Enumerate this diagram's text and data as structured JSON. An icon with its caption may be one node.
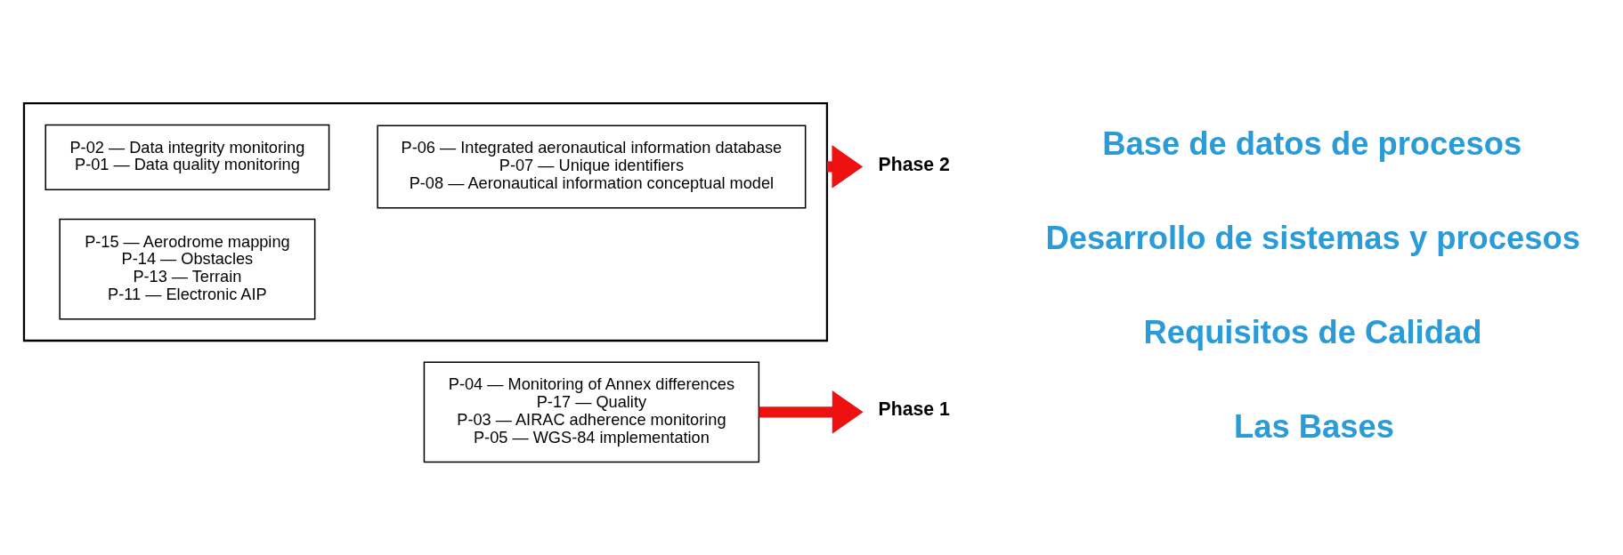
{
  "diagram": {
    "nodes": [
      {
        "text": [],
        "shape": "box"
      },
      {
        "text": [
          "P-02 — Data integrity monitoring",
          "P-01 — Data quality monitoring"
        ],
        "in": 0
      },
      {
        "text": [
          "P-15 — Aerodrome mapping",
          "P-14 — Obstacles",
          "P-13 — Terrain",
          "P-11 — Electronic AIP"
        ],
        "in": 0
      },
      {
        "text": [
          "P-06 — Integrated aeronautical information database",
          "P-07 — Unique identifiers",
          "P-08 — Aeronautical information conceptual model"
        ],
        "in": 0
      },
      {
        "text": [
          "Phase 2"
        ]
      },
      {
        "text": [
          "P-04 — Monitoring of Annex differences",
          "P-17 — Quality",
          "P-03 — AIRAC adherence monitoring",
          "P-05 — WGS-84 implementation"
        ]
      },
      {
        "text": [
          "Phase 1"
        ]
      }
    ],
    "edges": [
      {
        "from": 0,
        "to": 4,
        "arrow": "to"
      },
      {
        "from": 5,
        "to": 6,
        "arrow": "to"
      }
    ],
    "labels": [
      "Base de datos de procesos",
      "Desarrollo de sistemas y procesos",
      "Requisitos de Calidad",
      "Las Bases"
    ]
  }
}
